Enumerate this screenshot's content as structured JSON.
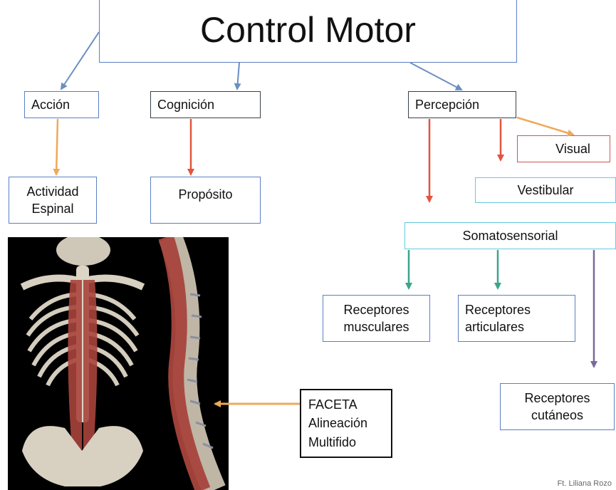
{
  "title": "Control Motor",
  "nodes": {
    "accion": "Acción",
    "cognicion": "Cognición",
    "percepcion": "Percepción",
    "visual": "Visual",
    "vestibular": "Vestibular",
    "actividad_espinal": "Actividad\nEspinal",
    "proposito": "Propósito",
    "somatosensorial": "Somatosensorial",
    "receptores_musculares": "Receptores\nmusculares",
    "receptores_articulares": "Receptores\narticulares",
    "receptores_cutaneos": "Receptores\ncutáneos",
    "faceta": "FACETA\nAlineación\nMultifido"
  },
  "credit": "Ft. Liliana Rozo",
  "colors": {
    "box_blue": "#5b7fc6",
    "box_red": "#c85a55",
    "box_cyan": "#62cbe0",
    "arrow_blue": "#6a8fc0",
    "arrow_orange": "#efa85a",
    "arrow_red": "#e2553d",
    "arrow_teal": "#3aa58a",
    "arrow_purple": "#7a6a9c"
  }
}
